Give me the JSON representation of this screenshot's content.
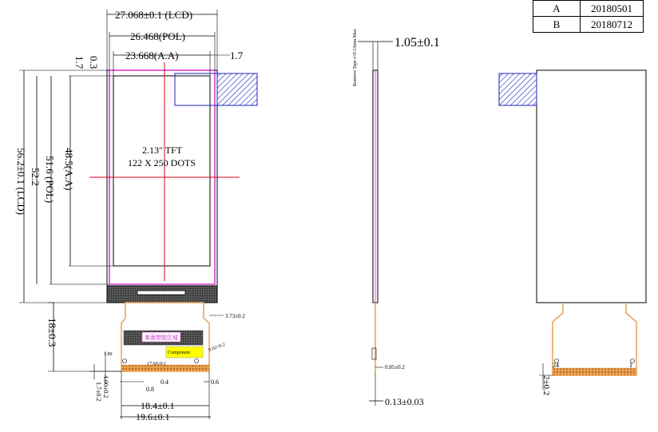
{
  "revisions": [
    {
      "rev": "A",
      "date": "20180501"
    },
    {
      "rev": "B",
      "date": "20180712"
    }
  ],
  "front_view": {
    "dim_lcd_width": "27.068±0.1 (LCD)",
    "dim_pol_width": "26.468(POL)",
    "dim_aa_width": "23.668(A.A)",
    "dim_right_offset": "1.7",
    "dim_left_offset_a": "1.7",
    "dim_left_offset_b": "0.3",
    "dim_lcd_height": "56.2±0.1 (LCD)",
    "dim_52": "52.2",
    "dim_pol_height": "51.6 (POL)",
    "dim_aa_height": "48.5(A.A)",
    "display_size": "2.13″ TFT",
    "resolution": "122 X 250 DOTS",
    "dim_fpc_length": "18±0.3",
    "dim_373": "3.73±0.2",
    "fpc_label_chinese": "单面带胶区域",
    "component_label": "Component",
    "dim_180": "1.80",
    "dim_1760": "17.60±0.1",
    "dim_angle": "0.02+0.2",
    "dim_04": "0.4",
    "dim_08": "0.8",
    "dim_06": "0.6",
    "dim_17b": "1.7±0.2",
    "dim_400": "4.00±0.2",
    "dim_184": "18.4±0.1",
    "dim_196": "19.6±0.1"
  },
  "side_view": {
    "dim_thickness": "1.05±0.1",
    "tape_note": "Remove Tape t=0.15mm Max",
    "dim_085": "0.85±0.2",
    "dim_013": "0.13±0.03"
  },
  "back_view": {
    "pin_24": "24",
    "pin_1": "1",
    "dim_2": "2±0.2"
  },
  "colors": {
    "outline": "#000000",
    "pol_outline": "#cc33cc",
    "center_line": "#e0001a",
    "hatch": "#2020c0",
    "fpc": "#e8a050",
    "fpc_dark": "#333333",
    "component": "#ffff00"
  }
}
